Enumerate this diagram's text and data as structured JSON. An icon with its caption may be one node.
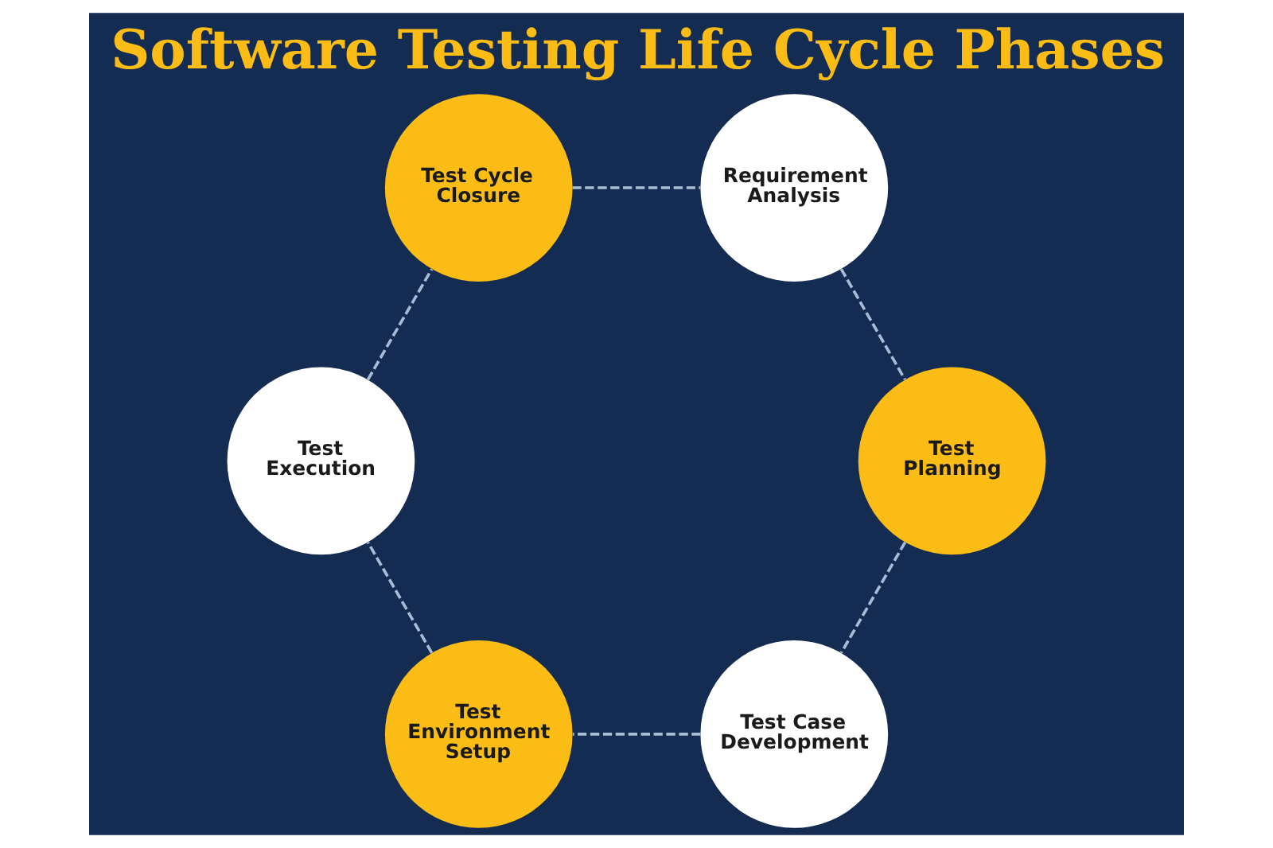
{
  "diagram": {
    "title": "Software Testing Life Cycle Phases",
    "nodes": [
      {
        "text": [
          "Requirement Analysis"
        ]
      },
      {
        "text": [
          "Test Planning"
        ]
      },
      {
        "text": [
          "Test Case Development"
        ]
      },
      {
        "text": [
          "Test Environment Setup"
        ]
      },
      {
        "text": [
          "Test Execution"
        ]
      },
      {
        "text": [
          "Test Cycle Closure"
        ]
      }
    ],
    "edges": [
      {
        "from": 0,
        "to": 1,
        "arrow": "none",
        "style": "dashed"
      },
      {
        "from": 1,
        "to": 2,
        "arrow": "none",
        "style": "dashed"
      },
      {
        "from": 2,
        "to": 3,
        "arrow": "none",
        "style": "dashed"
      },
      {
        "from": 3,
        "to": 4,
        "arrow": "none",
        "style": "dashed"
      },
      {
        "from": 4,
        "to": 5,
        "arrow": "none",
        "style": "dashed"
      },
      {
        "from": 5,
        "to": 0,
        "arrow": "none",
        "style": "dashed"
      }
    ]
  }
}
